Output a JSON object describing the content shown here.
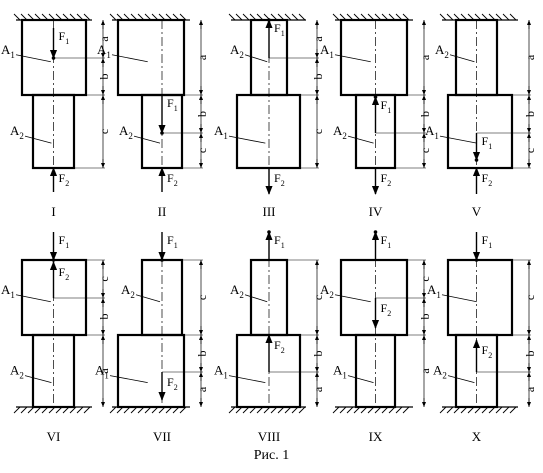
{
  "figure": {
    "caption": "Рис. 1",
    "schemes": [
      {
        "roman": "I",
        "labels": {
          "area_top": "A1",
          "area_bottom": "A2",
          "force1": "F1",
          "force2": "F2",
          "dims": [
            "a",
            "b",
            "c"
          ]
        }
      },
      {
        "roman": "II",
        "labels": {
          "area_top": "A1",
          "area_bottom": "A2",
          "force1": "F1",
          "force2": "F2",
          "dims": [
            "a",
            "b",
            "c"
          ]
        }
      },
      {
        "roman": "III",
        "labels": {
          "area_top": "A2",
          "area_bottom": "A1",
          "force1": "F1",
          "force2": "F2",
          "dims": [
            "a",
            "b",
            "c"
          ]
        }
      },
      {
        "roman": "IV",
        "labels": {
          "area_top": "A1",
          "area_bottom": "A2",
          "force1": "F1",
          "force2": "F2",
          "dims": [
            "a",
            "b",
            "c"
          ]
        }
      },
      {
        "roman": "V",
        "labels": {
          "area_top": "A2",
          "area_bottom": "A1",
          "force1": "F1",
          "force2": "F2",
          "dims": [
            "a",
            "b",
            "c"
          ]
        }
      },
      {
        "roman": "VI",
        "labels": {
          "area_top": "A1",
          "area_bottom": "A2",
          "force1": "F1",
          "force2": "F2",
          "dims": [
            "c",
            "b",
            "a"
          ]
        }
      },
      {
        "roman": "VII",
        "labels": {
          "area_top": "A2",
          "area_bottom": "A1",
          "force1": "F1",
          "force2": "F2",
          "dims": [
            "c",
            "b",
            "a"
          ]
        }
      },
      {
        "roman": "VIII",
        "labels": {
          "area_top": "A2",
          "area_bottom": "A1",
          "force1": "F1",
          "force2": "F2",
          "dims": [
            "c",
            "b",
            "a"
          ]
        }
      },
      {
        "roman": "IX",
        "labels": {
          "area_top": "A2",
          "area_bottom": "A1",
          "force1": "F1",
          "force2": "F2",
          "dims": [
            "c",
            "b",
            "a"
          ]
        }
      },
      {
        "roman": "X",
        "labels": {
          "area_top": "A1",
          "area_bottom": "A2",
          "force1": "F1",
          "force2": "F2",
          "dims": [
            "c",
            "b",
            "a"
          ]
        }
      }
    ]
  }
}
